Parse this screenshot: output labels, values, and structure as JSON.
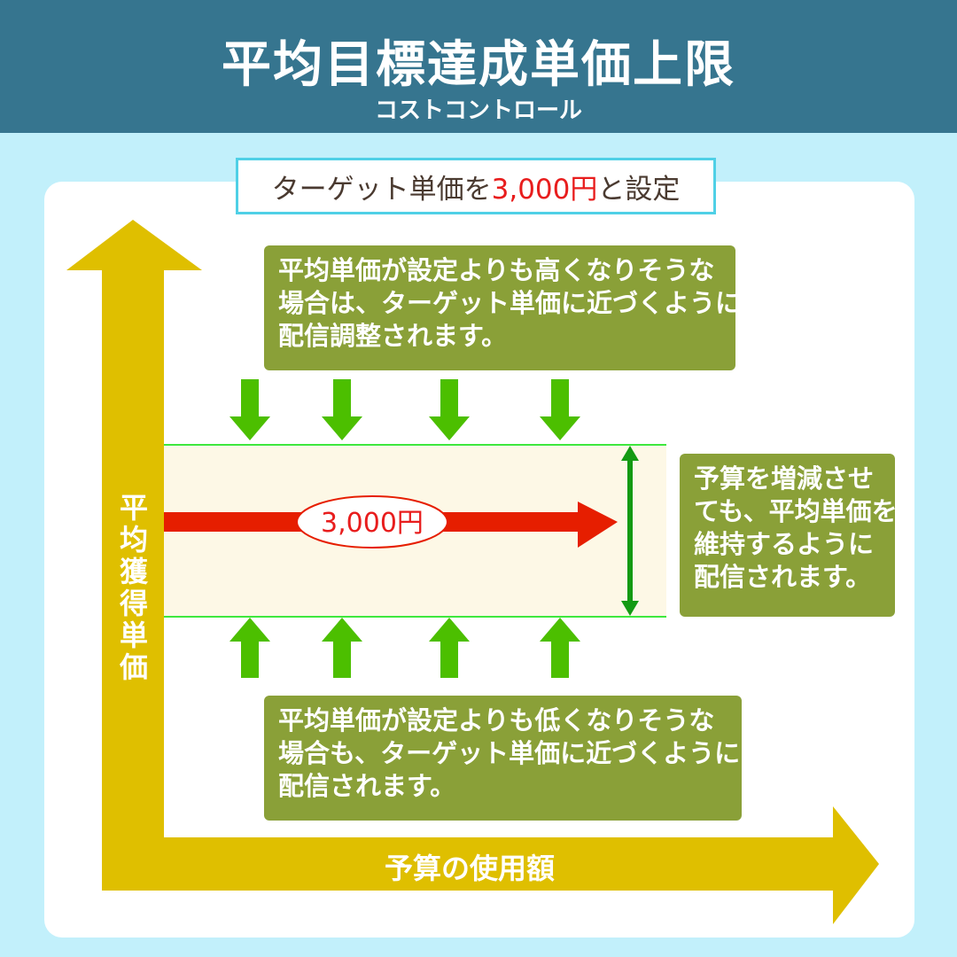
{
  "header": {
    "title": "平均目標達成単価上限",
    "subtitle": "コストコントロール"
  },
  "target": {
    "prefix": "ターゲット単価を",
    "value": "3,000円",
    "suffix": "と設定"
  },
  "boxes": {
    "top": [
      "平均単価が設定よりも高くなりそうな",
      "場合は、ターゲット単価に近づくように",
      "配信調整されます。"
    ],
    "bottom": [
      "平均単価が設定よりも低くなりそうな",
      "場合も、ターゲット単価に近づくように",
      "配信されます。"
    ],
    "right": [
      "予算を増減させ",
      "ても、平均単価を",
      "維持するように",
      "配信されます。"
    ]
  },
  "axes": {
    "y_label": [
      "平",
      "均",
      "獲",
      "得",
      "単",
      "価"
    ],
    "x_label": "予算の使用額"
  },
  "price_label": "3,000円",
  "colors": {
    "header": "#36758f",
    "axis": "#dfbf00",
    "box": "#8aa038",
    "arrow_green": "#4cbf00",
    "arrow_red": "#e61e00",
    "range": "#139a13"
  }
}
